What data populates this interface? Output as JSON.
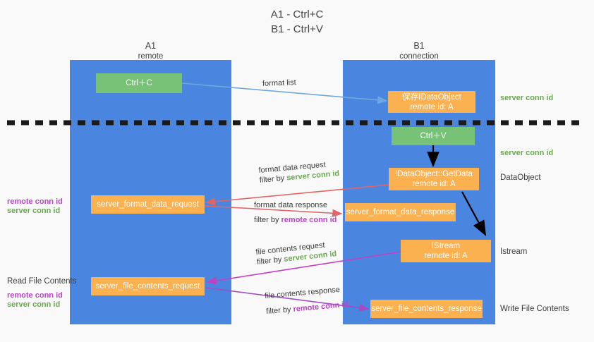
{
  "title": {
    "line1": "A1 - Ctrl+C",
    "line2": "B1 - Ctrl+V"
  },
  "columns": [
    {
      "name": "A1",
      "role": "remote"
    },
    {
      "name": "B1",
      "role": "connection"
    }
  ],
  "nodes": {
    "ctrl_c": {
      "label": "Ctrl＋C"
    },
    "save_data_object": {
      "line1": "保存IDataObject",
      "line2": "remote id: A"
    },
    "ctrl_v": {
      "label": "Ctrl＋V"
    },
    "get_data": {
      "line1": "IDataObject::GetData",
      "line2": "remote id: A"
    },
    "istream": {
      "line1": "IStream",
      "line2": "remote id: A"
    },
    "server_format_data_request": {
      "label": "server_format_data_request"
    },
    "server_format_data_response": {
      "label": "server_format_data_response"
    },
    "server_file_contents_request": {
      "label": "server_file_contents_request"
    },
    "server_file_contents_response": {
      "label": "server_file_contents_response"
    }
  },
  "edges": {
    "format_list": {
      "line1": "format list",
      "line2": ""
    },
    "format_data_request": {
      "line1": "format data request",
      "filter_prefix": "filter by ",
      "filter_id": "server conn id"
    },
    "format_data_response": {
      "line1": "format data response",
      "filter_prefix": "filter by ",
      "filter_id": "remote conn id"
    },
    "file_contents_request": {
      "line1": "file contents request",
      "filter_prefix": "filter by ",
      "filter_id": "server conn id"
    },
    "file_contents_response": {
      "line1": "file contents response",
      "filter_prefix": "filter by ",
      "filter_id": "remote conn id"
    }
  },
  "right_labels": {
    "server_conn_id_top": "server conn id",
    "server_conn_id_mid": "server conn id",
    "data_object": "DataObject",
    "istream": "Istream",
    "write_file_contents": "Write File Contents"
  },
  "left_labels": {
    "remote_conn_id_1": "remote conn id",
    "server_conn_id_1": "server conn id",
    "read_file_contents": "Read File Contents",
    "remote_conn_id_2": "remote conn id",
    "server_conn_id_2": "server conn id"
  },
  "colors": {
    "lane": "#4a86e0",
    "node_green": "#78c278",
    "node_orange": "#fbb150",
    "arrow_light_blue": "#6fa8dc",
    "arrow_red": "#e06666",
    "arrow_magenta": "#c43fc4",
    "arrow_purple": "#9b51c4",
    "arrow_black": "#000000",
    "conn_green": "#6aa84f",
    "conn_purple": "#b945c9",
    "background": "#f9f9f9"
  }
}
